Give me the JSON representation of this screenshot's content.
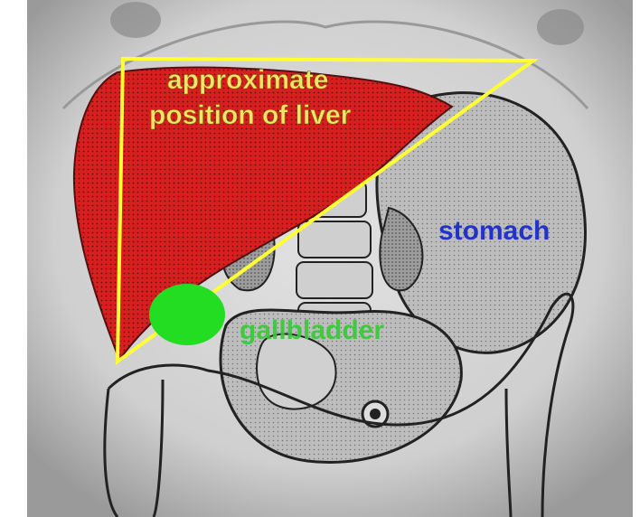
{
  "labels": {
    "liver_line1": "approximate",
    "liver_line2": "position of liver",
    "stomach": "stomach",
    "gallbladder": "gallbladder"
  },
  "colors": {
    "liver": "#d81f1f",
    "liver_outline": "#ffff33",
    "liver_text": "#f2e36a",
    "stomach_text": "#2233cc",
    "gallbladder": "#22dd22",
    "gallbladder_text": "#33cc33",
    "skin": "#d9d9d9",
    "organ_gray": "#a9a9a9",
    "line": "#1a1a1a"
  }
}
